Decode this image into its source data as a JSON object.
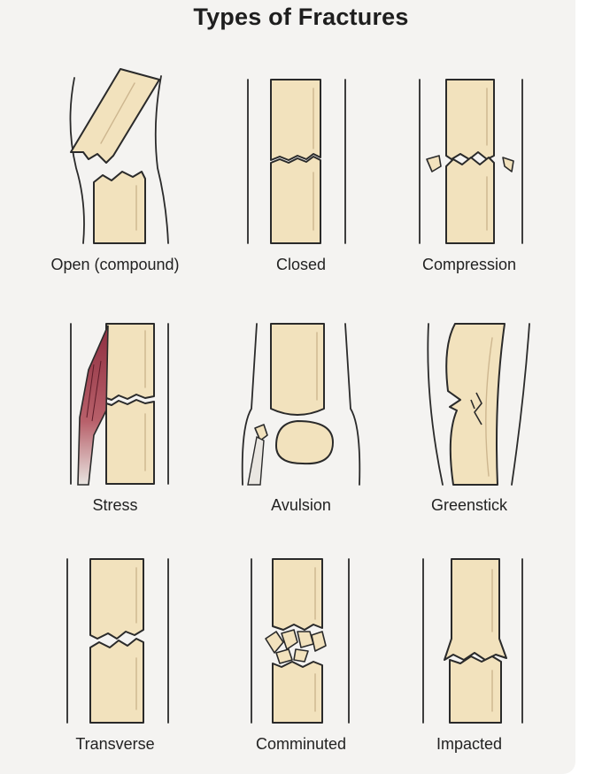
{
  "title": "Types of Fractures",
  "fractures": [
    {
      "label": "Open (compound)"
    },
    {
      "label": "Closed"
    },
    {
      "label": "Compression"
    },
    {
      "label": "Stress"
    },
    {
      "label": "Avulsion"
    },
    {
      "label": "Greenstick"
    },
    {
      "label": "Transverse"
    },
    {
      "label": "Comminuted"
    },
    {
      "label": "Impacted"
    }
  ],
  "colors": {
    "background": "#f4f3f1",
    "bone": "#f2e2bd",
    "outline": "#2a2a2a",
    "muscle": "#a5424f"
  }
}
